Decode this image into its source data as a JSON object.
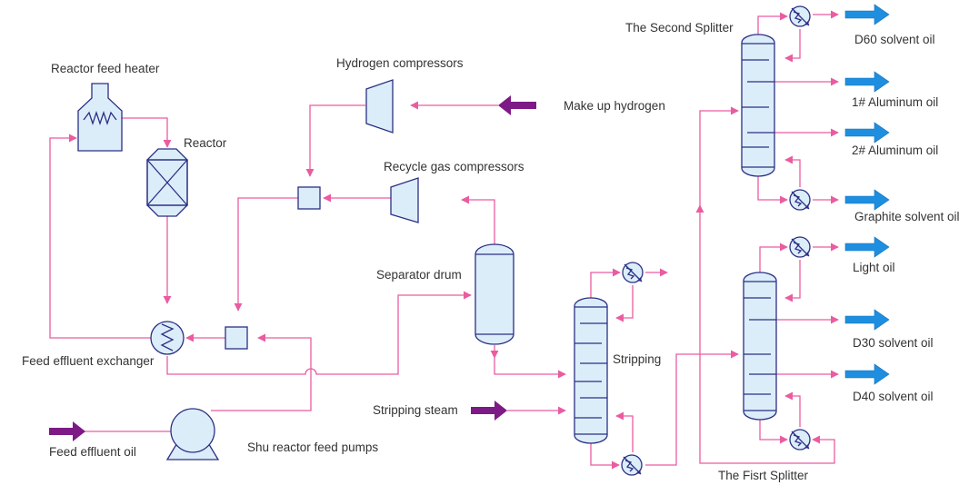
{
  "colors": {
    "stream": "#ea5ca0",
    "equipment_stroke": "#2b2f83",
    "equipment_fill": "#dcedfa",
    "feed_arrow": "#7d1a86",
    "product_arrow": "#1e8fe0",
    "text": "#333333"
  },
  "labels": {
    "reactor_feed_heater": "Reactor feed heater",
    "reactor": "Reactor",
    "hydrogen_compressors": "Hydrogen compressors",
    "make_up_hydrogen": "Make up hydrogen",
    "recycle_gas_compressors": "Recycle gas compressors",
    "separator_drum": "Separator drum",
    "feed_effluent_exchanger": "Feed effluent exchanger",
    "feed_effluent_oil": "Feed effluent oil",
    "shu_reactor_feed_pumps": "Shu reactor feed pumps",
    "stripping": "Stripping",
    "stripping_steam": "Stripping steam",
    "second_splitter": "The Second Splitter",
    "first_splitter": "The Fisrt Splitter",
    "d60_solvent_oil": "D60 solvent oil",
    "aluminum_oil_1": "1# Aluminum oil",
    "aluminum_oil_2": "2# Aluminum oil",
    "graphite_solvent_oil": "Graphite solvent oil",
    "light_oil": "Light oil",
    "d30_solvent_oil": "D30 solvent oil",
    "d40_solvent_oil": "D40 solvent oil"
  }
}
